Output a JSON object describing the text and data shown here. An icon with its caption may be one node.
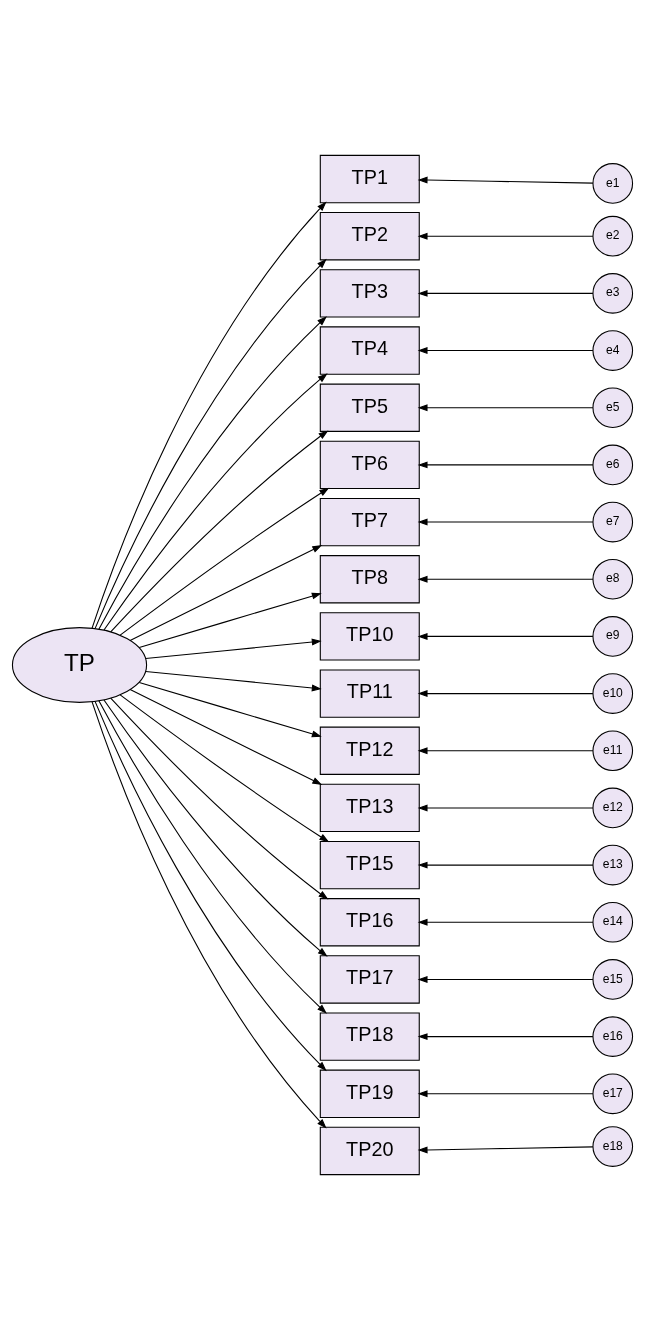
{
  "diagram": {
    "nodes": [
      {
        "text": [
          "TP"
        ]
      },
      {
        "text": [
          "TP1"
        ]
      },
      {
        "text": [
          "TP2"
        ]
      },
      {
        "text": [
          "TP3"
        ]
      },
      {
        "text": [
          "TP4"
        ]
      },
      {
        "text": [
          "TP5"
        ]
      },
      {
        "text": [
          "TP6"
        ]
      },
      {
        "text": [
          "TP7"
        ]
      },
      {
        "text": [
          "TP8"
        ]
      },
      {
        "text": [
          "TP10"
        ]
      },
      {
        "text": [
          "TP11"
        ]
      },
      {
        "text": [
          "TP12"
        ]
      },
      {
        "text": [
          "TP13"
        ]
      },
      {
        "text": [
          "TP15"
        ]
      },
      {
        "text": [
          "TP16"
        ]
      },
      {
        "text": [
          "TP17"
        ]
      },
      {
        "text": [
          "TP18"
        ]
      },
      {
        "text": [
          "TP19"
        ]
      },
      {
        "text": [
          "TP20"
        ]
      },
      {
        "text": [
          "e1"
        ]
      },
      {
        "text": [
          "e2"
        ]
      },
      {
        "text": [
          "e3"
        ]
      },
      {
        "text": [
          "e4"
        ]
      },
      {
        "text": [
          "e5"
        ]
      },
      {
        "text": [
          "e6"
        ]
      },
      {
        "text": [
          "e7"
        ]
      },
      {
        "text": [
          "e8"
        ]
      },
      {
        "text": [
          "e9"
        ]
      },
      {
        "text": [
          "e10"
        ]
      },
      {
        "text": [
          "e11"
        ]
      },
      {
        "text": [
          "e12"
        ]
      },
      {
        "text": [
          "e13"
        ]
      },
      {
        "text": [
          "e14"
        ]
      },
      {
        "text": [
          "e15"
        ]
      },
      {
        "text": [
          "e16"
        ]
      },
      {
        "text": [
          "e17"
        ]
      },
      {
        "text": [
          "e18"
        ]
      }
    ],
    "edges": [
      {
        "from": 0,
        "to": 1,
        "arrow": "to"
      },
      {
        "from": 0,
        "to": 2,
        "arrow": "to"
      },
      {
        "from": 0,
        "to": 3,
        "arrow": "to"
      },
      {
        "from": 0,
        "to": 4,
        "arrow": "to"
      },
      {
        "from": 0,
        "to": 5,
        "arrow": "to"
      },
      {
        "from": 0,
        "to": 6,
        "arrow": "to"
      },
      {
        "from": 0,
        "to": 7,
        "arrow": "to"
      },
      {
        "from": 0,
        "to": 8,
        "arrow": "to"
      },
      {
        "from": 0,
        "to": 9,
        "arrow": "to"
      },
      {
        "from": 0,
        "to": 10,
        "arrow": "to"
      },
      {
        "from": 0,
        "to": 11,
        "arrow": "to"
      },
      {
        "from": 0,
        "to": 12,
        "arrow": "to"
      },
      {
        "from": 0,
        "to": 13,
        "arrow": "to"
      },
      {
        "from": 0,
        "to": 14,
        "arrow": "to"
      },
      {
        "from": 0,
        "to": 15,
        "arrow": "to"
      },
      {
        "from": 0,
        "to": 16,
        "arrow": "to"
      },
      {
        "from": 0,
        "to": 17,
        "arrow": "to"
      },
      {
        "from": 0,
        "to": 18,
        "arrow": "to"
      },
      {
        "from": 19,
        "to": 1,
        "arrow": "to"
      },
      {
        "from": 20,
        "to": 2,
        "arrow": "to"
      },
      {
        "from": 21,
        "to": 3,
        "arrow": "to"
      },
      {
        "from": 22,
        "to": 4,
        "arrow": "to"
      },
      {
        "from": 23,
        "to": 5,
        "arrow": "to"
      },
      {
        "from": 24,
        "to": 6,
        "arrow": "to"
      },
      {
        "from": 25,
        "to": 7,
        "arrow": "to"
      },
      {
        "from": 26,
        "to": 8,
        "arrow": "to"
      },
      {
        "from": 27,
        "to": 9,
        "arrow": "to"
      },
      {
        "from": 28,
        "to": 10,
        "arrow": "to"
      },
      {
        "from": 29,
        "to": 11,
        "arrow": "to"
      },
      {
        "from": 30,
        "to": 12,
        "arrow": "to"
      },
      {
        "from": 31,
        "to": 13,
        "arrow": "to"
      },
      {
        "from": 32,
        "to": 14,
        "arrow": "to"
      },
      {
        "from": 33,
        "to": 15,
        "arrow": "to"
      },
      {
        "from": 34,
        "to": 16,
        "arrow": "to"
      },
      {
        "from": 35,
        "to": 17,
        "arrow": "to"
      },
      {
        "from": 36,
        "to": 18,
        "arrow": "to"
      }
    ]
  }
}
